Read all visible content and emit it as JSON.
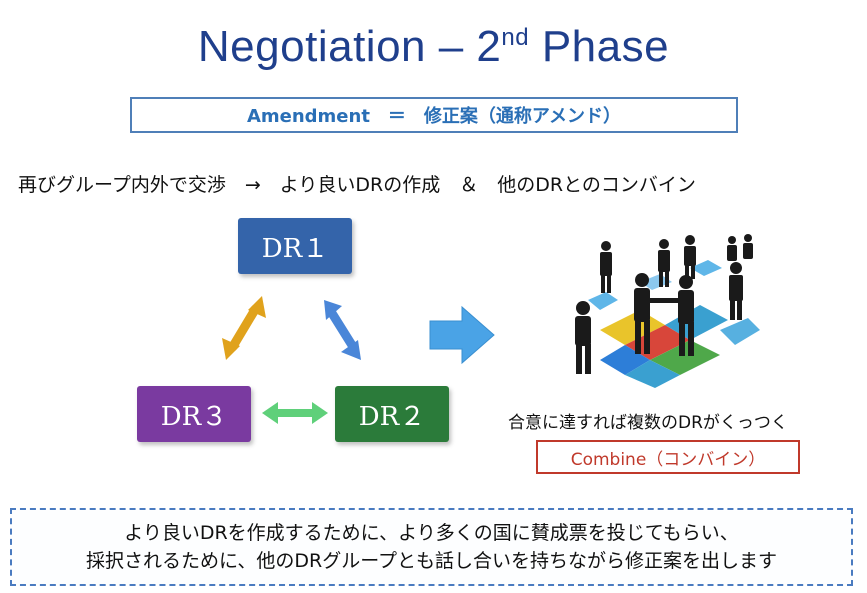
{
  "title": {
    "main": "Negotiation – 2",
    "sup": "nd",
    "tail": " Phase"
  },
  "amendment": "Amendment　＝　修正案（通称アメンド）",
  "subtitle": "再びグループ内外で交渉　→　より良いDRの作成　＆　他のDRとのコンバイン",
  "dr_boxes": {
    "dr1": "DR１",
    "dr2": "DR２",
    "dr3": "DR３"
  },
  "colors": {
    "dr1": "#3464aa",
    "dr2": "#2b7b3a",
    "dr3": "#7a3aa0",
    "arrow_orange": "#e0a21c",
    "arrow_blue": "#4a86d8",
    "arrow_green": "#5fd07a",
    "big_arrow": "#4aa3e6"
  },
  "caption": "合意に達すれば複数のDRがくっつく",
  "combine": "Combine（コンバイン）",
  "note": {
    "line1": "より良いDRを作成するために、より多くの国に賛成票を投じてもらい、",
    "line2": "採択されるために、他のDRグループとも話し合いを持ちながら修正案を出します"
  }
}
